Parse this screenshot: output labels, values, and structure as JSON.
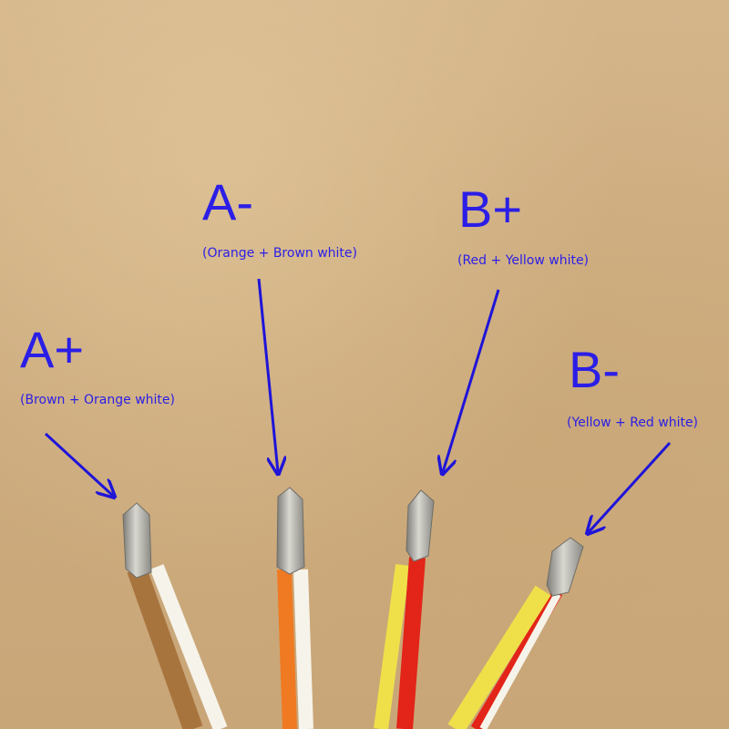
{
  "labels": {
    "a_plus": {
      "name": "A+",
      "pair": "(Brown + Orange white)"
    },
    "a_minus": {
      "name": "A-",
      "pair": "(Orange + Brown white)"
    },
    "b_plus": {
      "name": "B+",
      "pair": "(Red + Yellow white)"
    },
    "b_minus": {
      "name": "B-",
      "pair": "(Yellow + Red white)"
    }
  },
  "colors": {
    "label_blue": "#2b1ee6",
    "arrow_blue": "#1f14d8",
    "background_kraft": "#d0b084",
    "wire_brown": "#a8743e",
    "wire_orange": "#ef7a22",
    "wire_red": "#e32418",
    "wire_yellow": "#efe04a",
    "wire_white": "#f6f3ea",
    "tinned_tip": "#b9b8b1"
  }
}
